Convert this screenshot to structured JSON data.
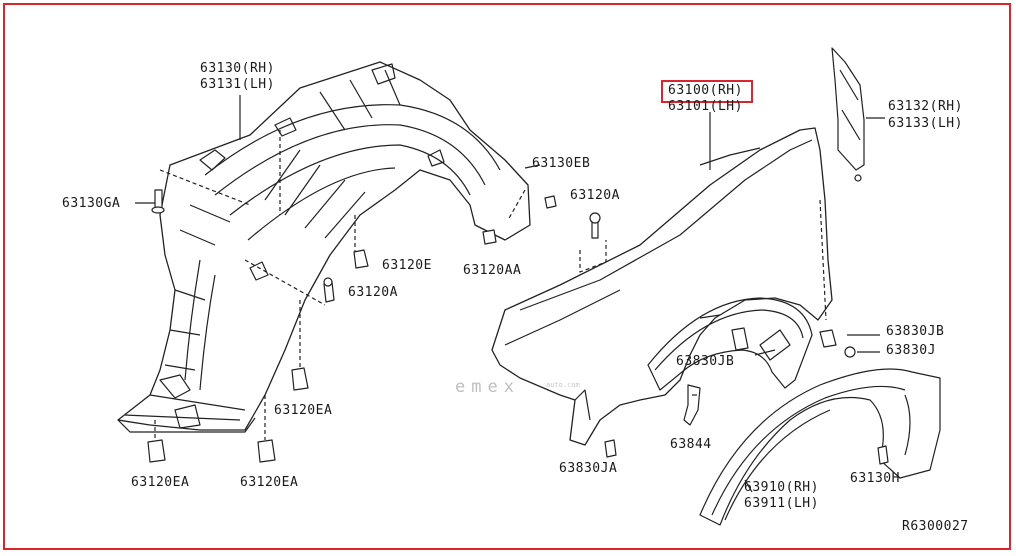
{
  "diagram": {
    "highlighted_part": "63100(RH)",
    "reference_code": "R6300027",
    "watermark": "emex",
    "watermark_domain": "auto.com",
    "accent_color": "#d9262c",
    "labels": {
      "liner_rh": "63130(RH)",
      "liner_lh": "63131(LH)",
      "clip_ga": "63130GA",
      "clip_eb": "63130EB",
      "screw_a_top": "63120A",
      "screw_aa": "63120AA",
      "clip_e": "63120E",
      "screw_a_mid": "63120A",
      "clip_ea_mid": "63120EA",
      "clip_ea_left": "63120EA",
      "clip_ea_right": "63120EA",
      "fender_rh": "63100(RH)",
      "fender_lh": "63101(LH)",
      "cover_rh": "63132(RH)",
      "cover_lh": "63133(LH)",
      "clip_jb_right": "63830JB",
      "clip_j": "63830J",
      "clip_jb_mid": "63830JB",
      "clip_ja": "63830JA",
      "bracket": "63844",
      "moulding_rh": "63910(RH)",
      "moulding_lh": "63911(LH)",
      "clip_h": "63130H"
    }
  }
}
